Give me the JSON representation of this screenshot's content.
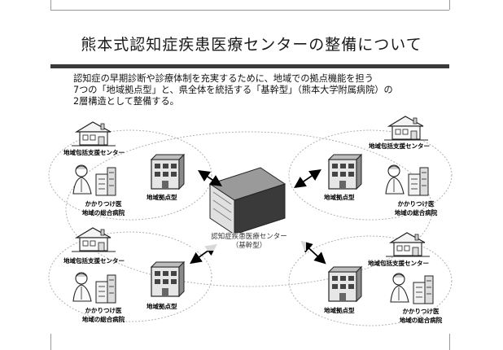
{
  "slide": {
    "title": "熊本式認知症疾患医療センターの整備について",
    "intro_lines": [
      "認知症の早期診断や診療体制を充実するために、地域での拠点機能を担う",
      "7つの「地域拠点型」と、県全体を統括する「基幹型」（熊本大学附属病院）の",
      "2層構造として整備する。"
    ]
  },
  "center": {
    "line1": "認知症疾患医療センター",
    "line2": "（基幹型）"
  },
  "regions": [
    {
      "support_center": "地域包括支援センター",
      "doctor_line1": "かかりつけ医",
      "doctor_line2": "地域の総合病院",
      "hub": "地域拠点型"
    },
    {
      "support_center": "地域包括支援センター",
      "doctor_line1": "かかりつけ医",
      "doctor_line2": "地域の総合病院",
      "hub": "地域拠点型"
    },
    {
      "support_center": "地域包括支援センター",
      "doctor_line1": "かかりつけ医",
      "doctor_line2": "地域の総合病院",
      "hub": "地域拠点型"
    },
    {
      "support_center": "地域包括支援センター",
      "doctor_line1": "かかりつけ医",
      "doctor_line2": "地域の総合病院",
      "hub": "地域拠点型"
    }
  ]
}
